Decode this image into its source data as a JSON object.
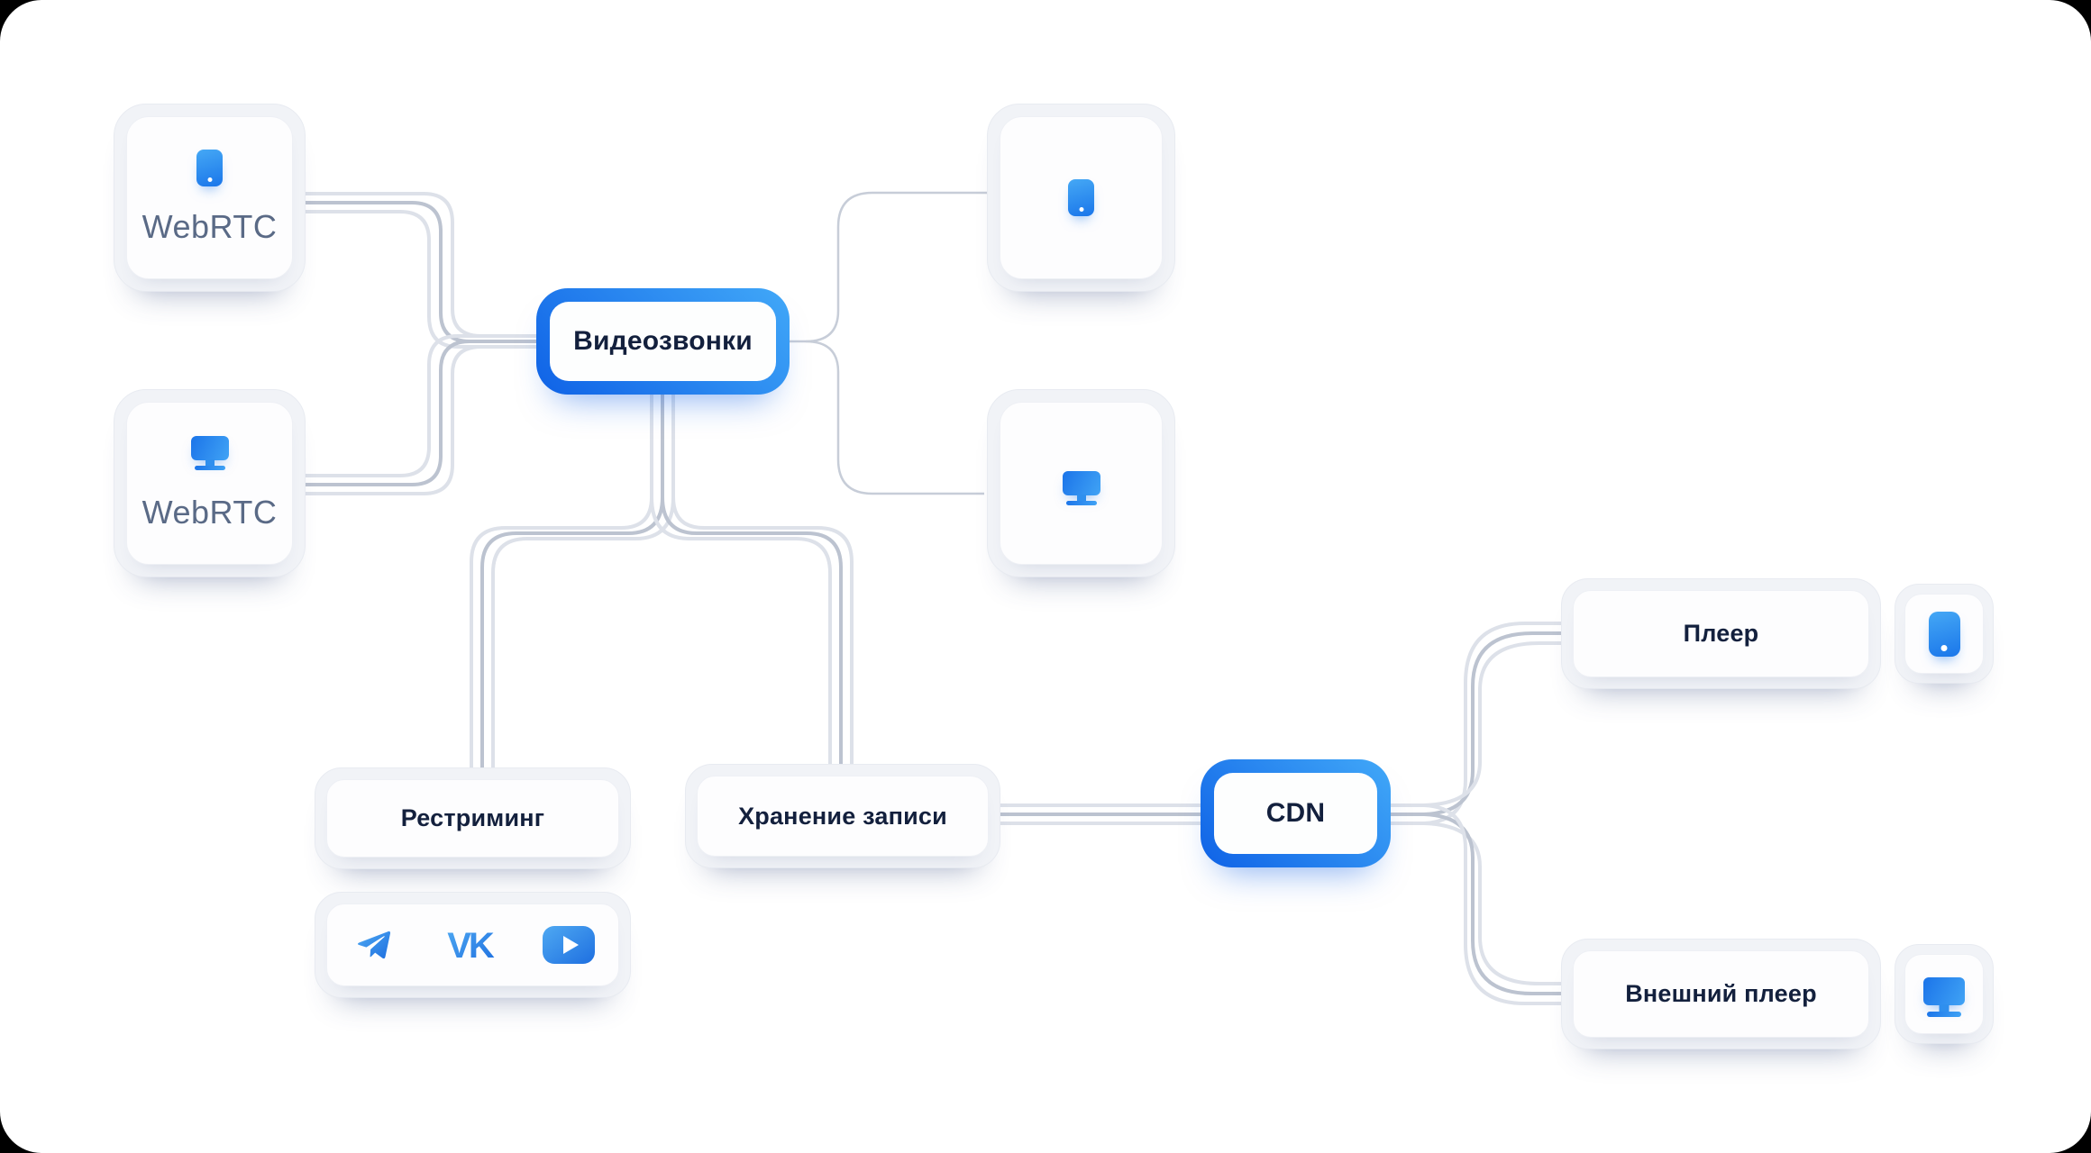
{
  "colors": {
    "page_background": "#000000",
    "surface": "#ffffff",
    "node_border_gradient": [
      "#41a8f8",
      "#0f62e6"
    ],
    "line_gray_light": "#dde1e9",
    "line_gray_dark": "#bcc3d0",
    "flow_dash_blue": "#2b5ce0",
    "text_navy": "#13203d",
    "text_slate": "#5a6a86",
    "box_fill": "#f1f3f7",
    "icon_gradient": [
      "#45a8f5",
      "#1a76ea"
    ]
  },
  "diagram": {
    "webrtc_mobile": {
      "label": "WebRTC",
      "icon": "smartphone-icon"
    },
    "webrtc_desktop": {
      "label": "WebRTC",
      "icon": "monitor-icon"
    },
    "videocalls": {
      "label": "Видеозвонки"
    },
    "viewer_mobile": {
      "icon": "smartphone-icon"
    },
    "viewer_desktop": {
      "icon": "monitor-icon"
    },
    "restreaming": {
      "label": "Рестриминг"
    },
    "social_targets": {
      "icons": [
        "telegram-icon",
        "vk-icon",
        "video-play-icon"
      ]
    },
    "storage": {
      "label": "Хранение записи"
    },
    "cdn": {
      "label": "CDN"
    },
    "player": {
      "label": "Плеер",
      "icon": "smartphone-icon"
    },
    "external_player": {
      "label": "Внешний плеер",
      "icon": "monitor-icon"
    },
    "connections": [
      "webrtc_mobile->videocalls",
      "webrtc_desktop->videocalls",
      "videocalls->viewer_mobile",
      "videocalls->viewer_desktop",
      "videocalls->restreaming",
      "videocalls->storage",
      "storage->cdn",
      "cdn->player",
      "cdn->external_player"
    ]
  }
}
